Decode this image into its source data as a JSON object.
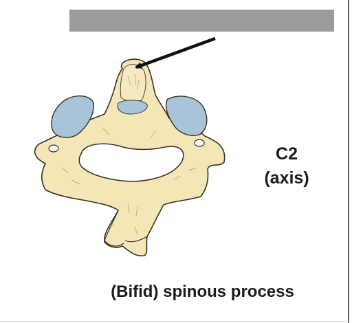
{
  "labels": {
    "vertebra": "C2",
    "vertebra_name": "(axis)",
    "process": "(Bifid) spinous process"
  },
  "colors": {
    "bone": "#f5e6b8",
    "bone_outline": "#3a3020",
    "cartilage": "#a8c4d8",
    "redaction": "#9b9b9b",
    "arrow": "#111111"
  }
}
